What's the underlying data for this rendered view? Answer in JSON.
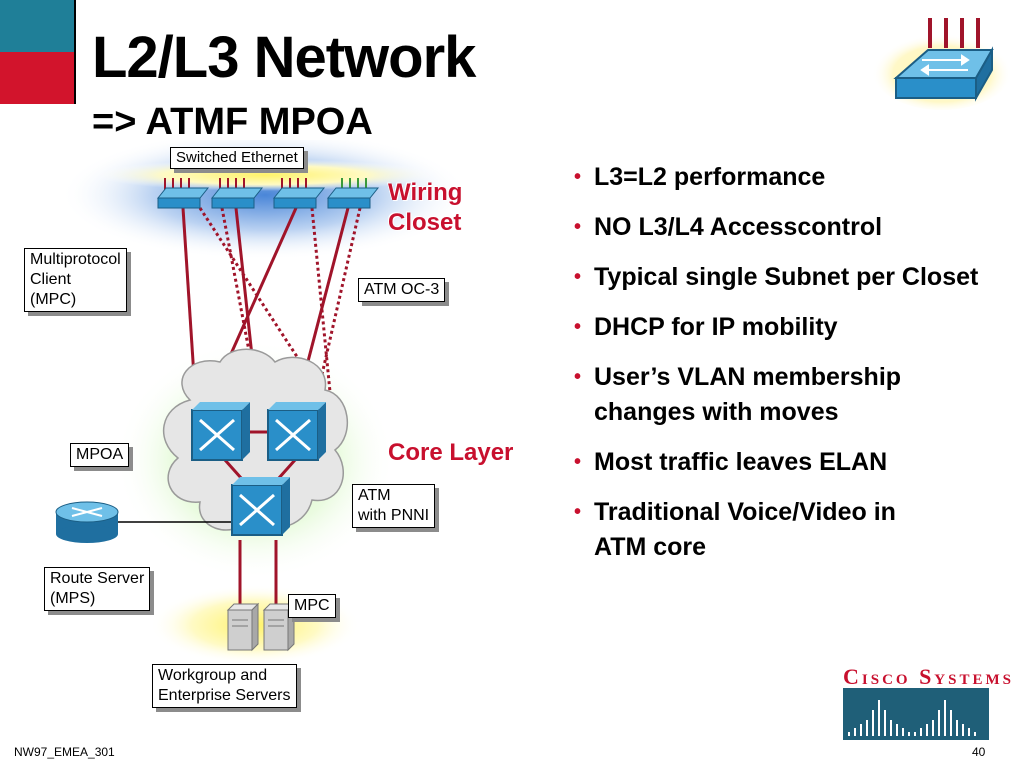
{
  "header": {
    "title": "L2/L3 Network",
    "subtitle": "=> ATMF MPOA"
  },
  "diagram": {
    "labels": {
      "switched_ethernet": "Switched Ethernet",
      "multiprotocol_client": [
        "Multiprotocol",
        "Client",
        "(MPC)"
      ],
      "atm_oc3": "ATM OC-3",
      "mpoa": "MPOA",
      "atm_pnni": [
        "ATM",
        "with PNNI"
      ],
      "route_server": [
        "Route Server",
        "(MPS)"
      ],
      "mpc": "MPC",
      "workgroup_servers": [
        "Workgroup and",
        "Enterprise Servers"
      ]
    },
    "wiring_closet": [
      "Wiring",
      "Closet"
    ],
    "core_layer": "Core Layer"
  },
  "bullets": [
    "L3=L2 performance",
    "NO L3/L4 Accesscontrol",
    "Typical single Subnet per Closet",
    "DHCP for IP mobility",
    "User’s VLAN membership changes with moves",
    "Most traffic leaves ELAN",
    "Traditional Voice/Video in ATM core"
  ],
  "bullet_symbol": "•",
  "footer": {
    "code": "NW97_EMEA_301",
    "page": "40"
  },
  "logo": {
    "text": "Cisco Systems"
  },
  "colors": {
    "accent_red": "#c8102e",
    "accent_teal": "#1f7f98",
    "switch_blue": "#2a8fc9",
    "link_red": "#a0142a"
  }
}
